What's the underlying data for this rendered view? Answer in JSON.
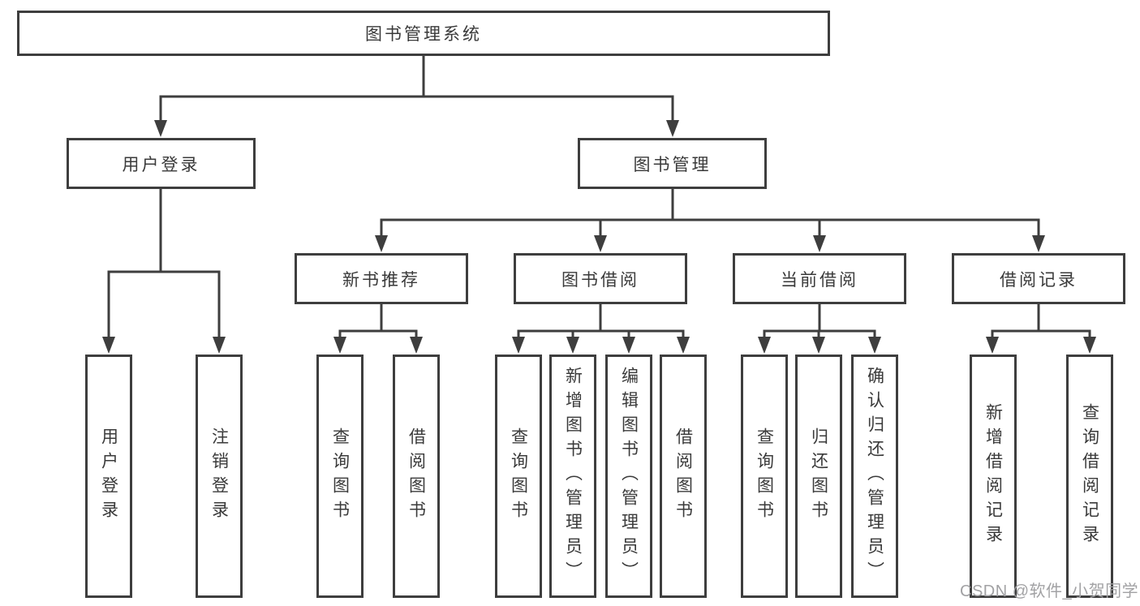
{
  "tree": {
    "root": {
      "label": "图书管理系统"
    },
    "branches": [
      {
        "label": "用户登录",
        "children": [
          {
            "label": "用户登录"
          },
          {
            "label": "注销登录"
          }
        ]
      },
      {
        "label": "图书管理",
        "children": [
          {
            "label": "新书推荐",
            "children": [
              {
                "label": "查询图书"
              },
              {
                "label": "借阅图书"
              }
            ]
          },
          {
            "label": "图书借阅",
            "children": [
              {
                "label": "查询图书"
              },
              {
                "label": "新增图书（管理员）"
              },
              {
                "label": "编辑图书（管理员）"
              },
              {
                "label": "借阅图书"
              }
            ]
          },
          {
            "label": "当前借阅",
            "children": [
              {
                "label": "查询图书"
              },
              {
                "label": "归还图书"
              },
              {
                "label": "确认归还（管理员）"
              }
            ]
          },
          {
            "label": "借阅记录",
            "children": [
              {
                "label": "新增借阅记录"
              },
              {
                "label": "查询借阅记录"
              }
            ]
          }
        ]
      }
    ]
  },
  "watermark": {
    "text": "CSDN @软件_小贺同学"
  },
  "colors": {
    "line": "#3e3e3e",
    "text": "#3a3a3a",
    "watermark": "#a2a2a4",
    "background": "#ffffff"
  }
}
